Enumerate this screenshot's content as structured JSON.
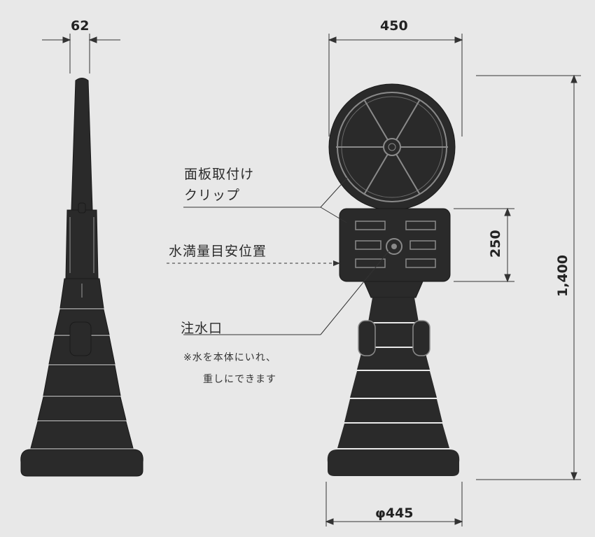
{
  "dimensions": {
    "side_width": "62",
    "front_width": "450",
    "panel_height": "250",
    "total_height": "1,400",
    "base_diameter": "φ445"
  },
  "callouts": {
    "clip_line1": "面板取付け",
    "clip_line2": "クリップ",
    "water_level": "水満量目安位置",
    "inlet": "注水口",
    "note_line1": "※水を本体にいれ、",
    "note_line2": "重しにできます"
  },
  "colors": {
    "background": "#e8e8e8",
    "body_fill": "#2a2a2a",
    "line": "#333333"
  }
}
